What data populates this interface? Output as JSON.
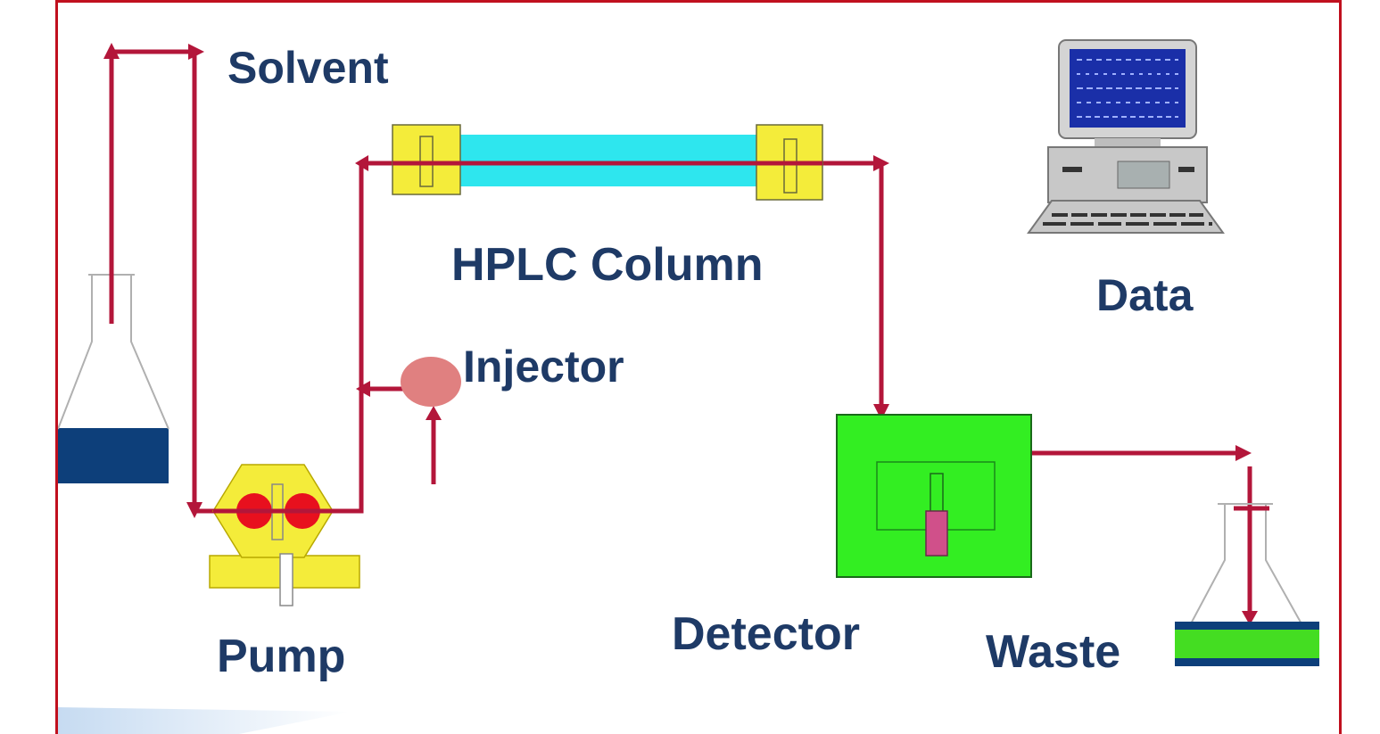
{
  "diagram": {
    "labels": {
      "solvent": "Solvent",
      "hplc_column": "HPLC Column",
      "data": "Data",
      "injector": "Injector",
      "pump": "Pump",
      "detector": "Detector",
      "waste": "Waste"
    },
    "colors": {
      "border": "#c0101e",
      "flow_line": "#b3163a",
      "label_text": "#1e3a66",
      "column_tube": "#2ee6ee",
      "fitting_yellow": "#f4ec3a",
      "pump_head": "#e8101e",
      "injector_valve": "#e08080",
      "detector_box": "#33ee22",
      "detector_cell": "#d0508a",
      "solvent_liquid": "#0d3f7a",
      "waste_liquid": "#44dd22",
      "computer_gray": "#c8c8c8",
      "screen_blue": "#1a2fa8"
    },
    "icons": [
      "solvent-flask-icon",
      "pump-icon",
      "injector-valve-icon",
      "hplc-column-icon",
      "detector-icon",
      "computer-icon",
      "waste-flask-icon"
    ]
  }
}
